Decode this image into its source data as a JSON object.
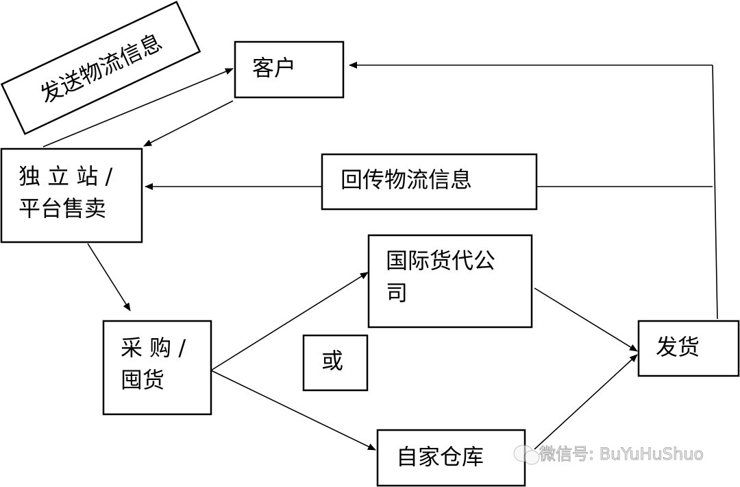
{
  "nodes": {
    "send_info": "发送物流信息",
    "customer": "客户",
    "store_line1": "独 立 站 /",
    "store_line2": "平台售卖",
    "return_info": "回传物流信息",
    "forwarder_line1": "国际货代公",
    "forwarder_line2": "司",
    "purchase_line1": "采 购 /",
    "purchase_line2": "囤货",
    "or": "或",
    "ship": "发货",
    "warehouse": "自家仓库"
  },
  "watermark": "微信号: BuYuHuShuo"
}
